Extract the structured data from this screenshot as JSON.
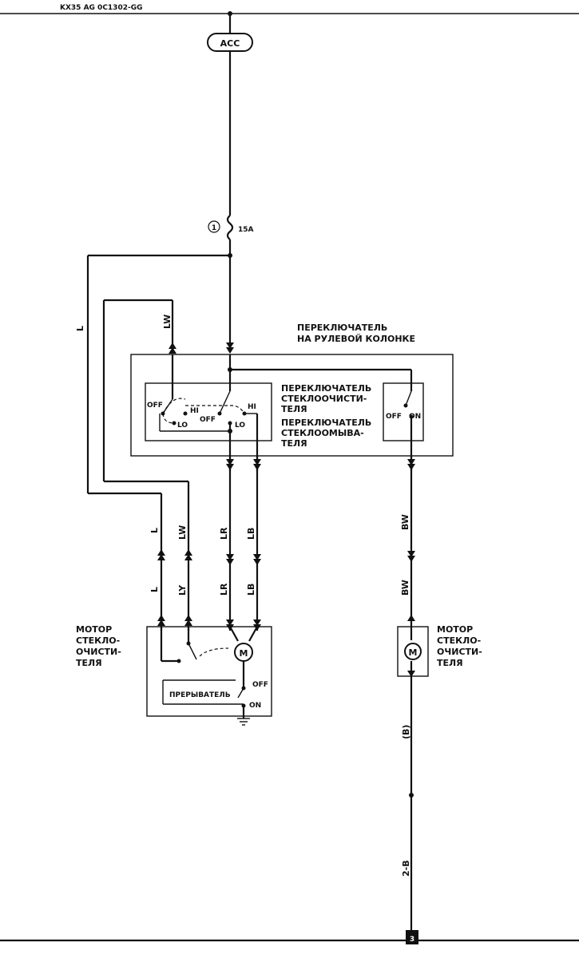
{
  "header": {
    "code": "KX35 AG 0C1302-GG"
  },
  "power": {
    "source": "ACC",
    "fuse_number": "1",
    "fuse_rating": "15A"
  },
  "column_switch": {
    "title_line1": "ПЕРЕКЛЮЧАТЕЛЬ",
    "title_line2": "НА РУЛЕВОЙ КОЛОНКЕ",
    "wiper_switch_lines": [
      "ПЕРЕКЛЮЧАТЕЛЬ",
      "СТЕКЛООЧИСТИ-",
      "ТЕЛЯ"
    ],
    "washer_switch_lines": [
      "ПЕРЕКЛЮЧАТЕЛЬ",
      "СТЕКЛООМЫВА-",
      "ТЕЛЯ"
    ],
    "positions": {
      "off": "OFF",
      "hi": "HI",
      "lo": "LO",
      "on": "ON"
    }
  },
  "wires": {
    "l": "L",
    "lw": "LW",
    "ly": "LY",
    "lr": "LR",
    "lb": "LB",
    "bw": "BW",
    "b_paren": "(B)",
    "b2": "2-B"
  },
  "wiper_motor": {
    "label_lines": [
      "МОТОР",
      "СТЕКЛО-",
      "ОЧИСТИ-",
      "ТЕЛЯ"
    ],
    "interrupter": "ПРЕРЫВАТЕЛЬ",
    "off": "OFF",
    "on": "ON",
    "symbol": "M"
  },
  "washer_motor": {
    "label_lines": [
      "МОТОР",
      "СТЕКЛО-",
      "ОЧИСТИ-",
      "ТЕЛЯ"
    ],
    "symbol": "M"
  },
  "ground": {
    "number": "3"
  }
}
